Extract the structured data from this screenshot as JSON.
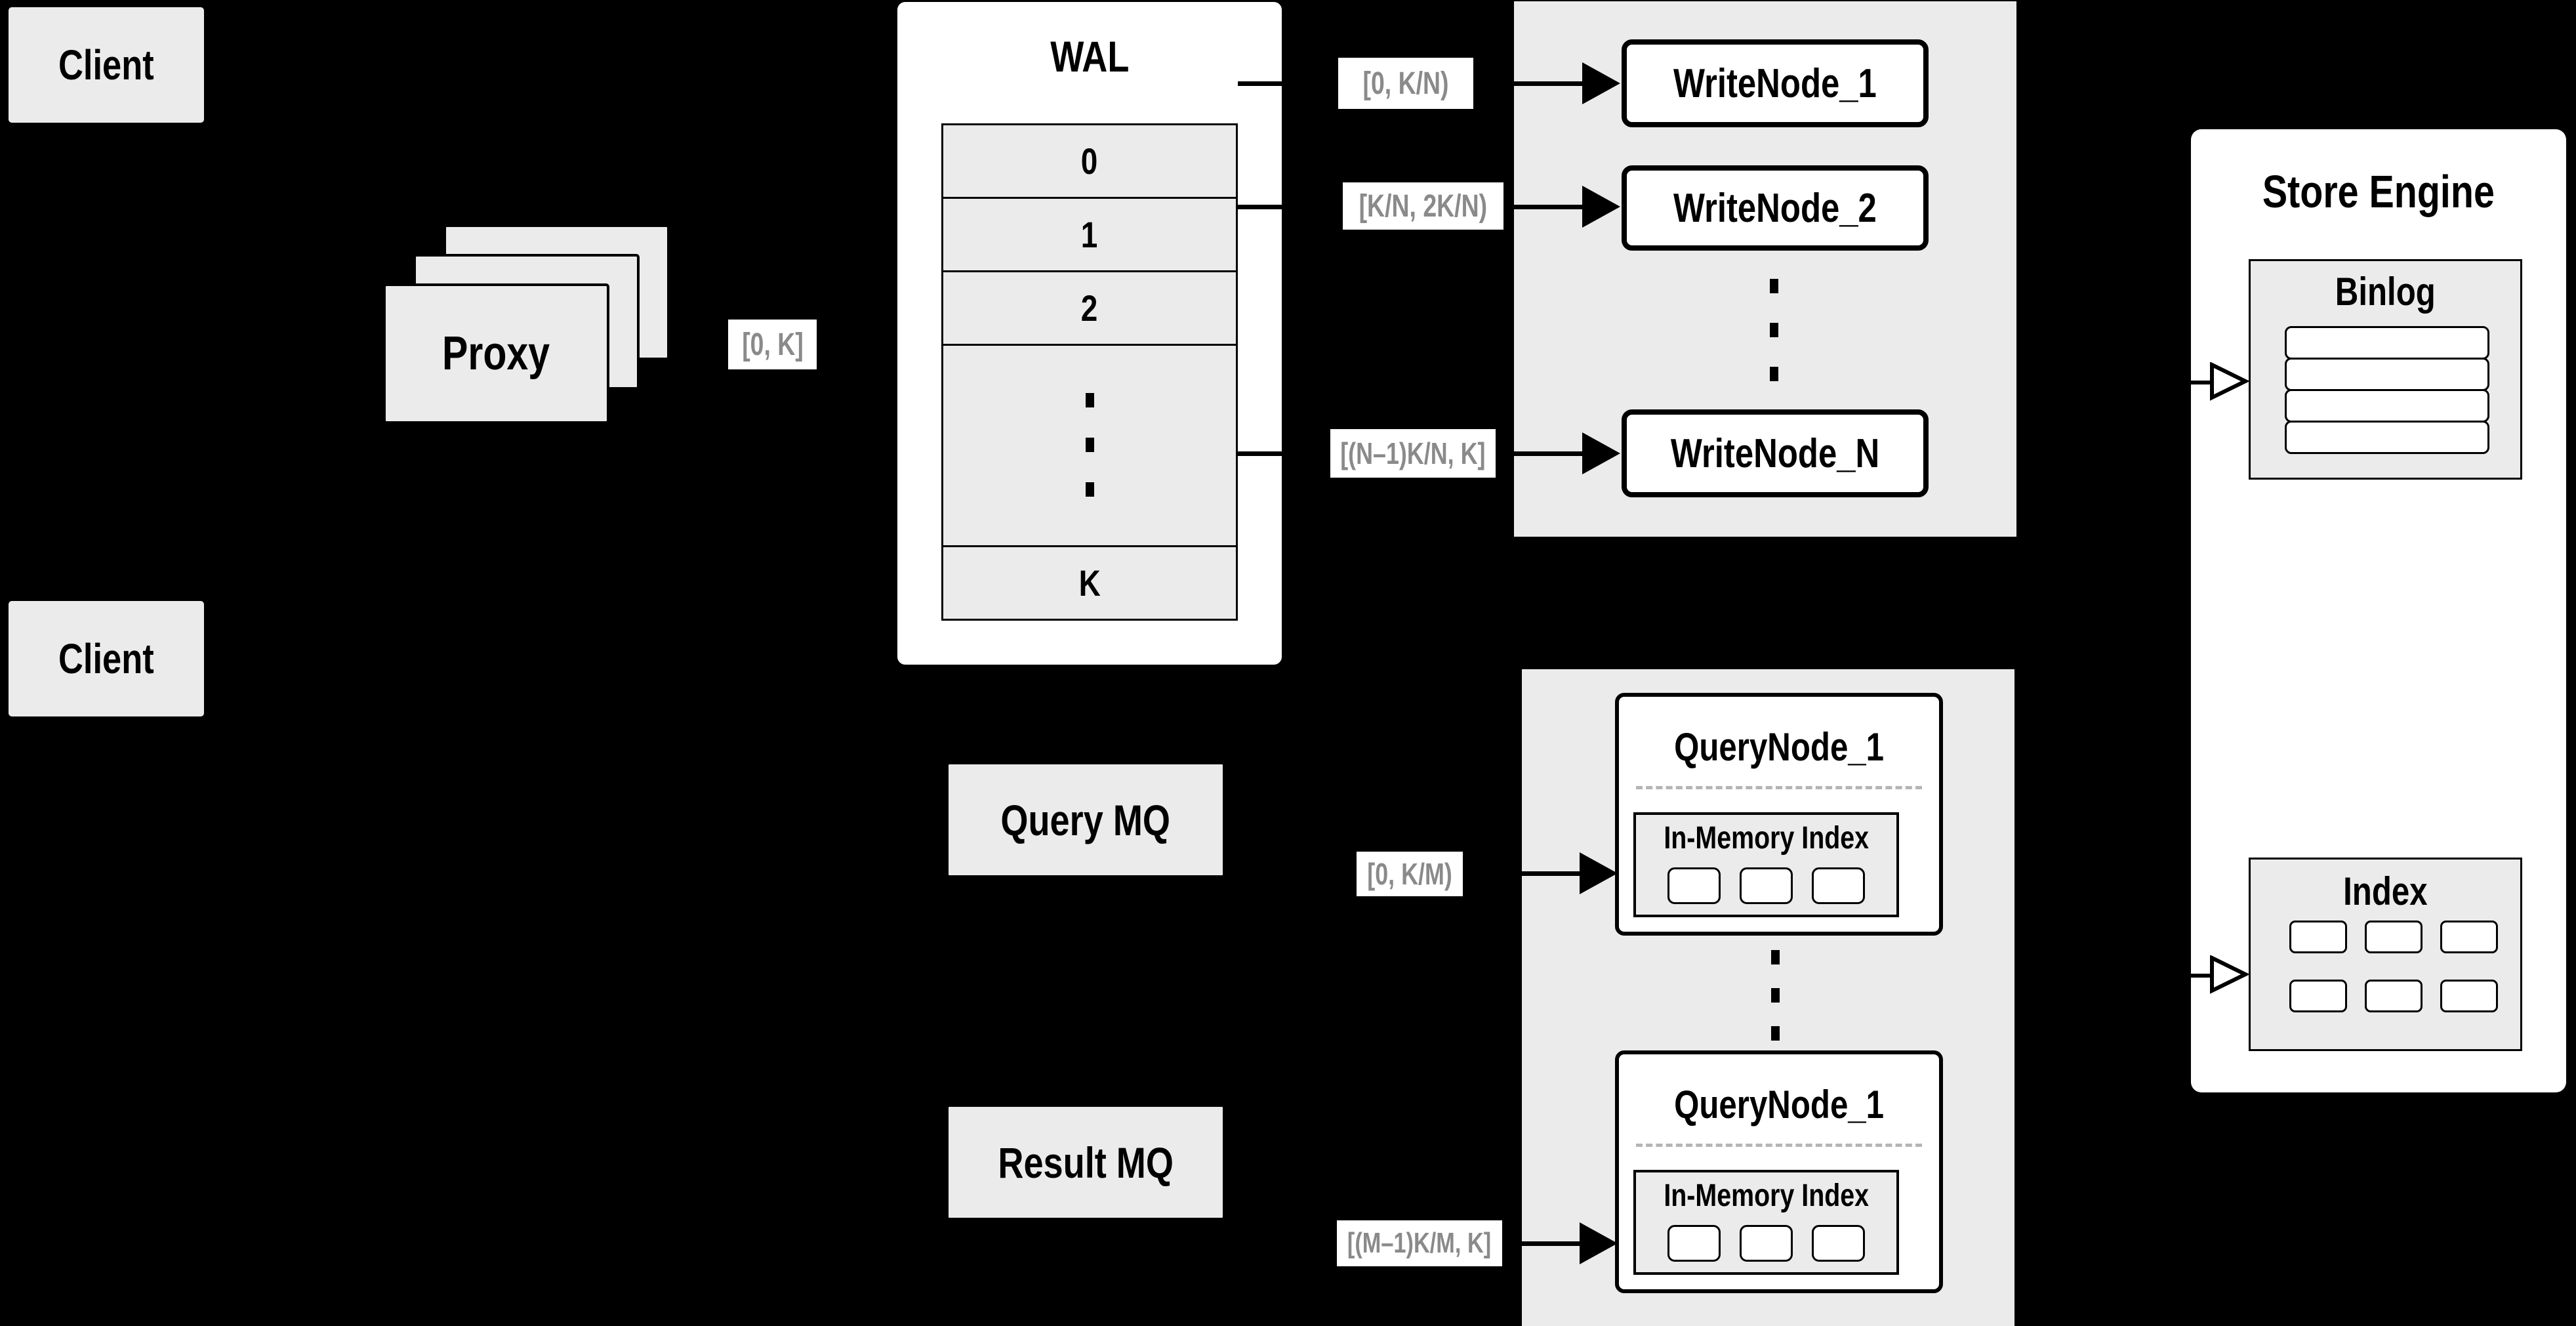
{
  "colors": {
    "background": "#000000",
    "box_fill": "#ebebeb",
    "node_fill": "#ffffff",
    "line": "#000000",
    "range_text": "#8a8a8a"
  },
  "clients": {
    "top_label": "Client",
    "bottom_label": "Client"
  },
  "proxy": {
    "label": "Proxy",
    "output_range": "[0, K]"
  },
  "wal": {
    "title": "WAL",
    "segments": [
      "0",
      "1",
      "2"
    ],
    "last_segment": "K"
  },
  "write_group": {
    "nodes": [
      {
        "range": "[0, K/N)",
        "name": "WriteNode_1"
      },
      {
        "range": "[K/N, 2K/N)",
        "name": "WriteNode_2"
      },
      {
        "range": "[(N–1)K/N, K]",
        "name": "WriteNode_N"
      }
    ]
  },
  "store_engine": {
    "title": "Store Engine",
    "binlog": {
      "title": "Binlog",
      "row_count": 4
    },
    "index": {
      "title": "Index",
      "cell_count": 6
    }
  },
  "query_group": {
    "query_mq_label": "Query MQ",
    "result_mq_label": "Result MQ",
    "nodes": [
      {
        "range": "[0, K/M)",
        "name": "QueryNode_1",
        "memory_label": "In-Memory Index"
      },
      {
        "range": "[(M–1)K/M, K]",
        "name": "QueryNode_1",
        "memory_label": "In-Memory Index"
      }
    ]
  }
}
